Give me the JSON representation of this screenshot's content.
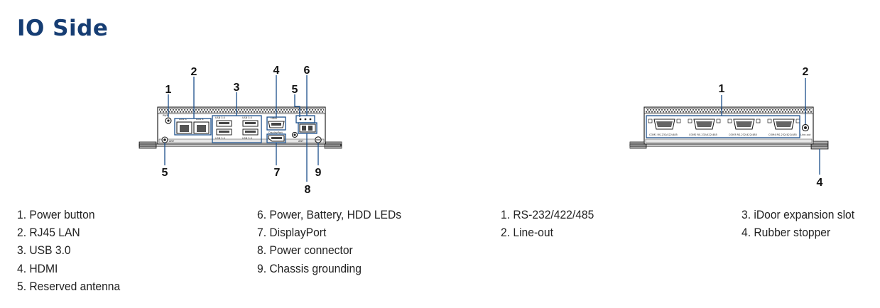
{
  "title": "IO Side",
  "front_callouts": [
    "1",
    "2",
    "3",
    "4",
    "5",
    "6",
    "5",
    "7",
    "8",
    "9"
  ],
  "rear_callouts": [
    "1",
    "2",
    "4"
  ],
  "port_labels": {
    "pwr": "PWR",
    "lan_a": "LAN A",
    "lan_b": "LAN B",
    "usb1": "USB 3.0",
    "usb2": "USB 3.0",
    "usb3": "USB 3.0",
    "usb4": "USB 3.0",
    "hdmi": "HDMI",
    "dp": "DisplayPort",
    "ant1": "ANT",
    "ant2": "ANT",
    "com1": "COM1 RS-232/422/485",
    "com2": "COM2 RS-232/422/485",
    "com3": "COM3 RS-232/422/485",
    "com4": "COM4 RS-232/422/485",
    "lineout": "Line-out"
  },
  "legend_front_col1": [
    "1. Power button",
    "2. RJ45 LAN",
    "3. USB 3.0",
    "4. HDMI",
    "5. Reserved antenna"
  ],
  "legend_front_col2": [
    "6. Power, Battery, HDD LEDs",
    "7. DisplayPort",
    "8. Power connector",
    "9. Chassis grounding"
  ],
  "legend_rear_col1": [
    "1. RS-232/422/485",
    "2. Line-out"
  ],
  "legend_rear_col2": [
    "3. iDoor expansion slot",
    "4. Rubber stopper"
  ],
  "colors": {
    "title": "#163d73",
    "leader": "#1b4f8a",
    "text": "#222222"
  }
}
